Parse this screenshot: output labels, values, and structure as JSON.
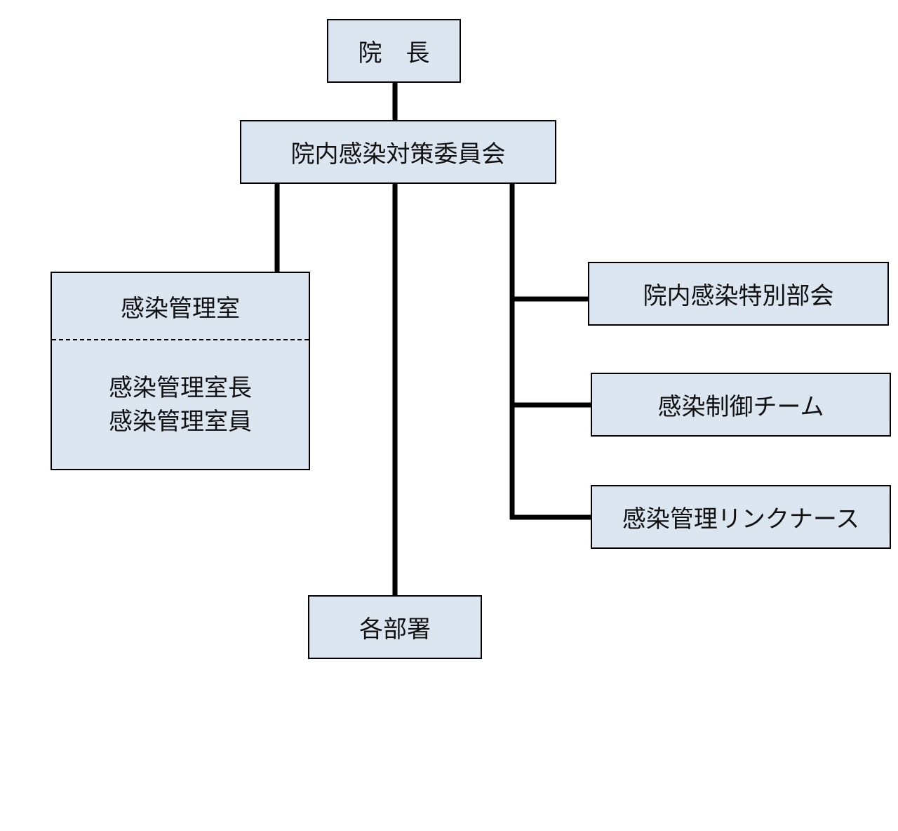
{
  "org_chart": {
    "director": "院　長",
    "committee": "院内感染対策委員会",
    "infection_control_office": {
      "title": "感染管理室",
      "members": [
        "感染管理室長",
        "感染管理室員"
      ]
    },
    "special_subcommittee": "院内感染特別部会",
    "infection_control_team": "感染制御チーム",
    "link_nurse": "感染管理リンクナース",
    "departments": "各部署"
  },
  "colors": {
    "box_fill": "#dce6f1",
    "line": "#000000"
  }
}
